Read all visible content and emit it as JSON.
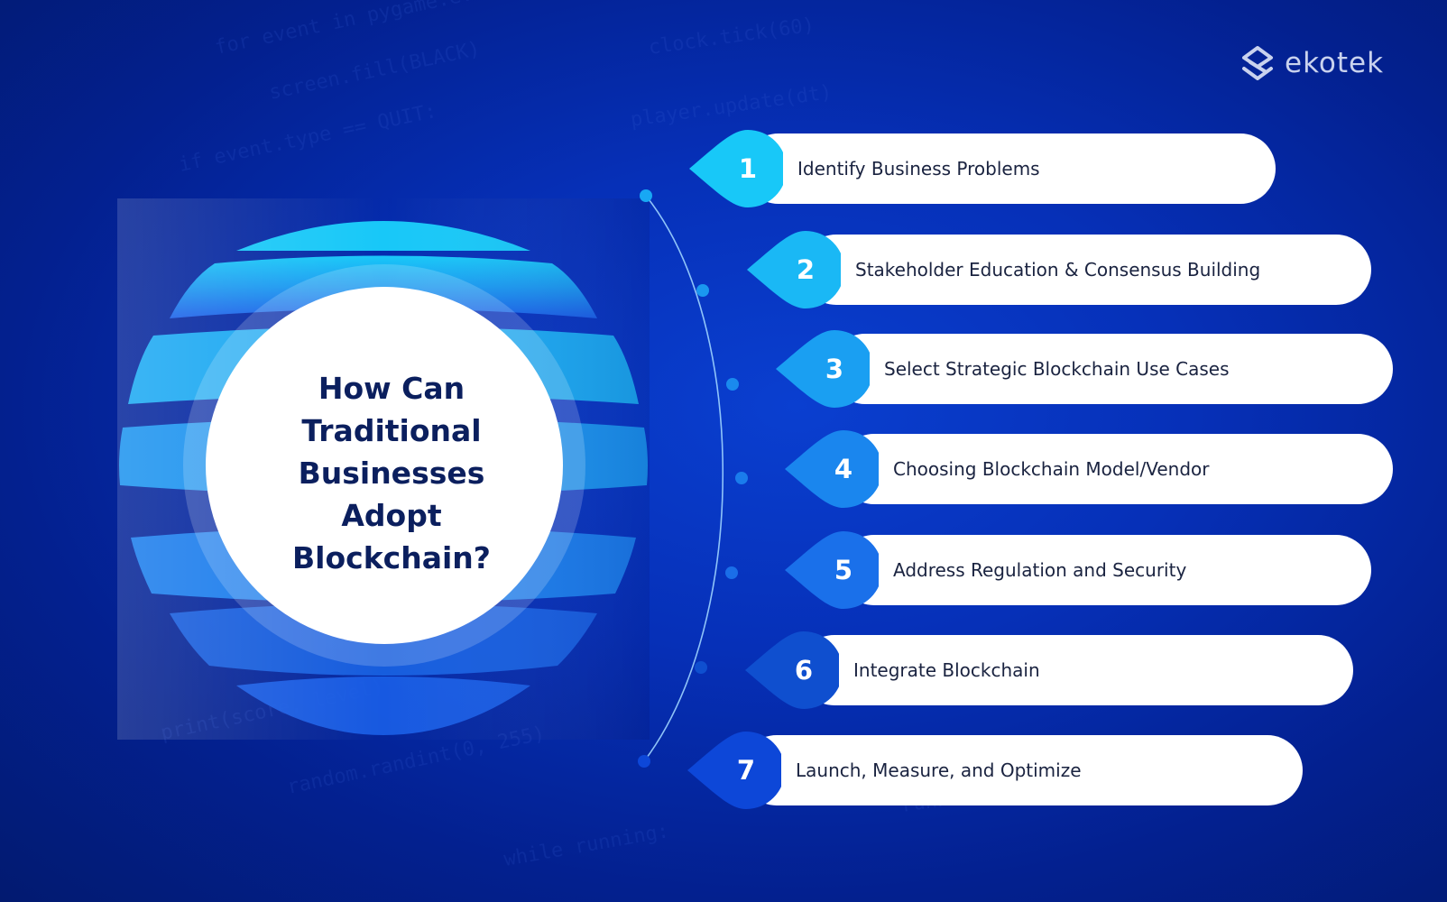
{
  "brand": {
    "name": "ekotek",
    "icon": "ekotek-logo-icon"
  },
  "title": "How Can Traditional Businesses Adopt Blockchain?",
  "steps": [
    {
      "number": "1",
      "label": "Identify Business Problems",
      "color": "#18c8f8"
    },
    {
      "number": "2",
      "label": "Stakeholder Education & Consensus Building",
      "color": "#1ab8f5"
    },
    {
      "number": "3",
      "label": "Select Strategic Blockchain Use Cases",
      "color": "#1a9ff2"
    },
    {
      "number": "4",
      "label": "Choosing Blockchain Model/Vendor",
      "color": "#1a86ee"
    },
    {
      "number": "5",
      "label": "Address Regulation and Security",
      "color": "#1a70ea"
    },
    {
      "number": "6",
      "label": "Integrate Blockchain",
      "color": "#0f4fcf"
    },
    {
      "number": "7",
      "label": "Launch, Measure, and Optimize",
      "color": "#0d47d8"
    }
  ],
  "colors": {
    "background": "#0630b8",
    "sphere_top": "#18c8f8",
    "sphere_bottom": "#1a6ef0",
    "pill": "#ffffff",
    "title_text": "#0b1f5e",
    "connector": "#9fd4ff"
  }
}
